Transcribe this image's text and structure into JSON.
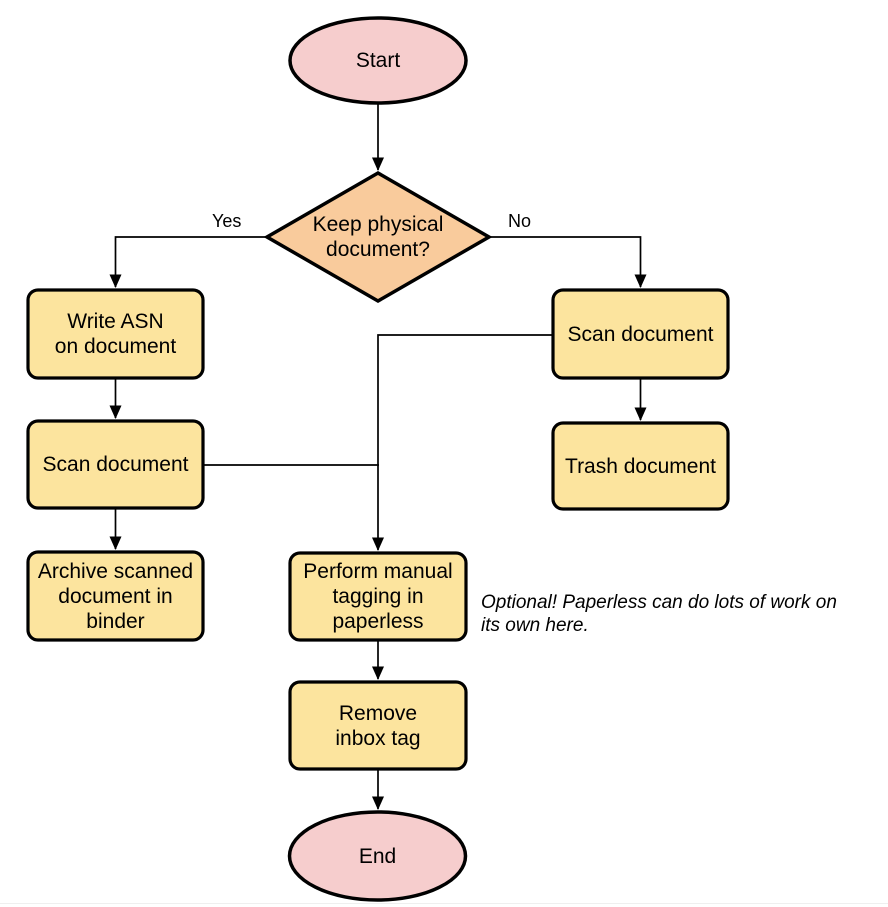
{
  "colors": {
    "terminal_fill": "#f6cdcd",
    "decision_fill": "#f9cb9c",
    "process_fill": "#fce49e",
    "stroke": "#000000"
  },
  "flowchart": {
    "start": {
      "label": "Start"
    },
    "decision": {
      "label": "Keep physical\ndocument?"
    },
    "write_asn": {
      "label": "Write ASN\non document"
    },
    "scan_left": {
      "label": "Scan document"
    },
    "archive": {
      "label": "Archive scanned\ndocument in\nbinder"
    },
    "scan_right": {
      "label": "Scan document"
    },
    "trash": {
      "label": "Trash document"
    },
    "tagging": {
      "label": "Perform manual\ntagging in\npaperless"
    },
    "remove_inbox": {
      "label": "Remove\ninbox tag"
    },
    "end": {
      "label": "End"
    },
    "branch_yes": "Yes",
    "branch_no": "No",
    "annotation": "Optional! Paperless can do lots of work on\nits own here."
  }
}
